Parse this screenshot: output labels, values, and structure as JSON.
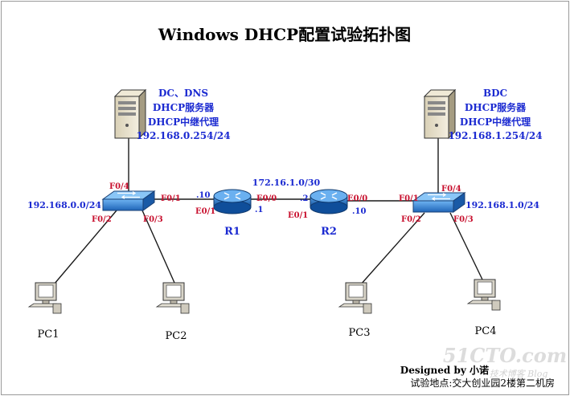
{
  "title": "Windows DHCP配置试验拓扑图",
  "left_server": {
    "line1": "DC、DNS",
    "line2": "DHCP服务器",
    "line3": "DHCP中继代理",
    "line4": "192.168.0.254/24"
  },
  "right_server": {
    "line1": "BDC",
    "line2": "DHCP服务器",
    "line3": "DHCP中继代理",
    "line4": "192.168.1.254/24"
  },
  "left_switch": {
    "network": "192.168.0.0/24",
    "f04": "F0/4",
    "f01": "F0/1",
    "f02": "F0/2",
    "f03": "F0/3"
  },
  "right_switch": {
    "network": "192.168.1.0/24",
    "f04": "F0/4",
    "f01": "F0/1",
    "f02": "F0/2",
    "f03": "F0/3"
  },
  "r1": {
    "name": "R1",
    "left_host": ".10",
    "left_iface": "E0/1",
    "right_iface": "E0/0",
    "right_host": ".1"
  },
  "r2": {
    "name": "R2",
    "left_host": ".2",
    "left_iface": "E0/1",
    "right_iface": "E0/0",
    "right_host": ".10"
  },
  "link_network": "172.16.1.0/30",
  "pcs": [
    "PC1",
    "PC2",
    "PC3",
    "PC4"
  ],
  "credits": {
    "designed_by": "Designed by 小诺",
    "location": "试验地点:交大创业园2楼第二机房"
  },
  "watermark": {
    "site": "51CTO.com",
    "tag": "技术博客 Blog"
  },
  "colors": {
    "label_blue": "#1b2ad1",
    "port_red": "#c8102e",
    "switch_blue": "#2f7fd6",
    "router_blue": "#1e6ec2"
  }
}
